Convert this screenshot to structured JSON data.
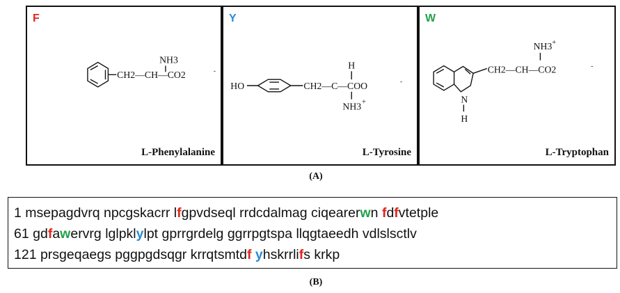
{
  "panels": {
    "f": {
      "letter": "F",
      "name": "L-Phenylalanine"
    },
    "y": {
      "letter": "Y",
      "name": "L-Tyrosine"
    },
    "w": {
      "letter": "W",
      "name": "L-Tryptophan"
    }
  },
  "structure_text": {
    "f_nh3": "NH3",
    "f_chain": "CH2—CH—CO2",
    "y_ho": "HO",
    "y_h": "H",
    "y_chain": "CH2—C—COO",
    "y_nh3": "NH3",
    "w_nh3": "NH3",
    "w_chain": "CH2—CH—CO2",
    "w_n": "N",
    "w_h": "H"
  },
  "captions": {
    "a": "(A)",
    "b": "(B)"
  },
  "sequence": {
    "line1": [
      {
        "t": "1 msepagdvrq npcgskacrr l"
      },
      {
        "t": "f",
        "c": "f"
      },
      {
        "t": "gpvdseql rrdcdalmag ciqearer"
      },
      {
        "t": "w",
        "c": "w"
      },
      {
        "t": "n "
      },
      {
        "t": "f",
        "c": "f"
      },
      {
        "t": "d"
      },
      {
        "t": "f",
        "c": "f"
      },
      {
        "t": "vtetple"
      }
    ],
    "line2": [
      {
        "t": "61 gd"
      },
      {
        "t": "f",
        "c": "f"
      },
      {
        "t": "a"
      },
      {
        "t": "w",
        "c": "w"
      },
      {
        "t": "ervrg lglpkl"
      },
      {
        "t": "y",
        "c": "y"
      },
      {
        "t": "lpt gprrgrdelg ggrrpgtspa llqgtaeedh vdlslsctlv"
      }
    ],
    "line3": [
      {
        "t": "121 prsgeqaegs pggpgdsqgr krrqtsmtd"
      },
      {
        "t": "f",
        "c": "f"
      },
      {
        "t": " "
      },
      {
        "t": "y",
        "c": "y"
      },
      {
        "t": "hskrrli"
      },
      {
        "t": "f",
        "c": "f"
      },
      {
        "t": "s krkp"
      }
    ]
  },
  "colors": {
    "f": "#e0261b",
    "y": "#2a8ad6",
    "w": "#22a24a"
  }
}
